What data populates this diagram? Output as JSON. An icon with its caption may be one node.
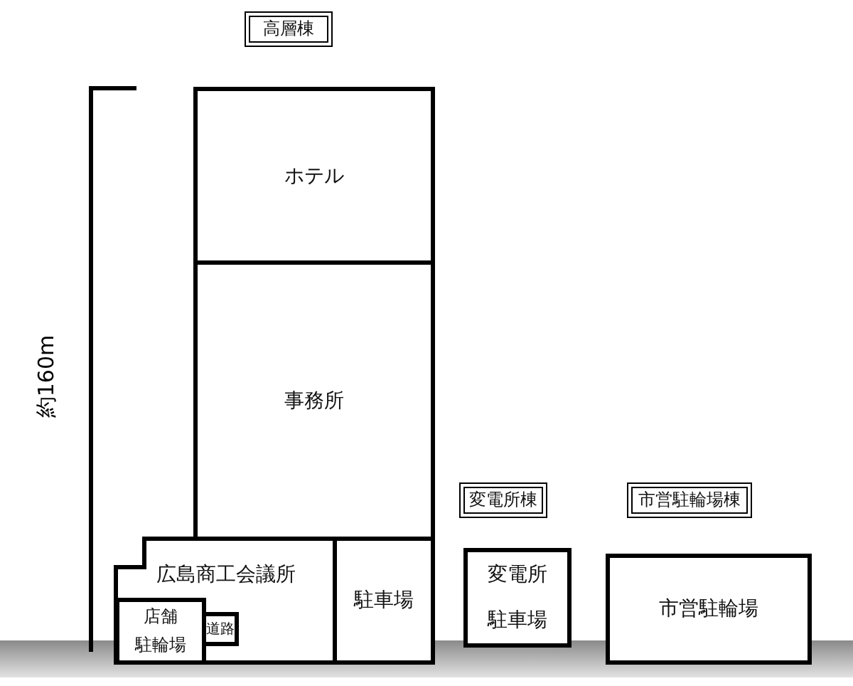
{
  "diagram": {
    "nodes": [
      {
        "text": [
          "高層棟"
        ]
      },
      {
        "text": [
          "ホテル"
        ]
      },
      {
        "text": [
          "事務所"
        ]
      },
      {
        "text": [
          "広島商工会議所"
        ]
      },
      {
        "text": [
          "店舗",
          "駐輪場"
        ],
        "in": 3
      },
      {
        "text": [
          "道路"
        ],
        "in": 3
      },
      {
        "text": [
          "駐車場"
        ]
      },
      {
        "text": [
          "変電所棟"
        ]
      },
      {
        "text": [
          "変電所",
          "駐車場"
        ]
      },
      {
        "text": [
          "市営駐輪場棟"
        ]
      },
      {
        "text": [
          "市営駐輪場"
        ]
      }
    ],
    "labels": [
      "約160m"
    ]
  }
}
